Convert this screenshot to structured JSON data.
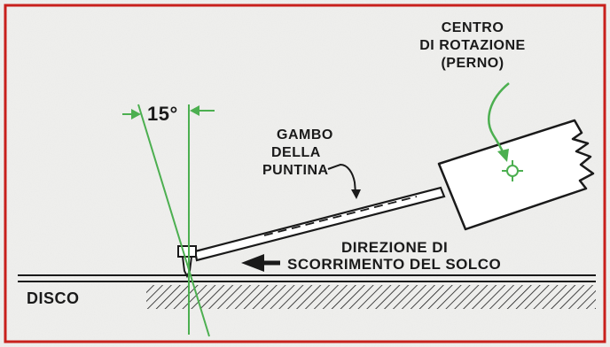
{
  "figure": {
    "angle_label": "15°",
    "pivot_label": {
      "line1": "CENTRO",
      "line2": "DI ROTAZIONE",
      "line3": "(PERNO)"
    },
    "stylus_shank_label": {
      "line1": "GAMBO",
      "line2": "DELLA",
      "line3": "PUNTINA"
    },
    "groove_direction_label": {
      "line1": "DIREZIONE DI",
      "line2": "SCORRIMENTO DEL SOLCO"
    },
    "record_label": "DISCO"
  },
  "colors": {
    "paper": "#f0f0ee",
    "border": "#c8201c",
    "ink": "#1a1a1a",
    "green": "#4caf50",
    "cartridge": "#ffffff"
  }
}
